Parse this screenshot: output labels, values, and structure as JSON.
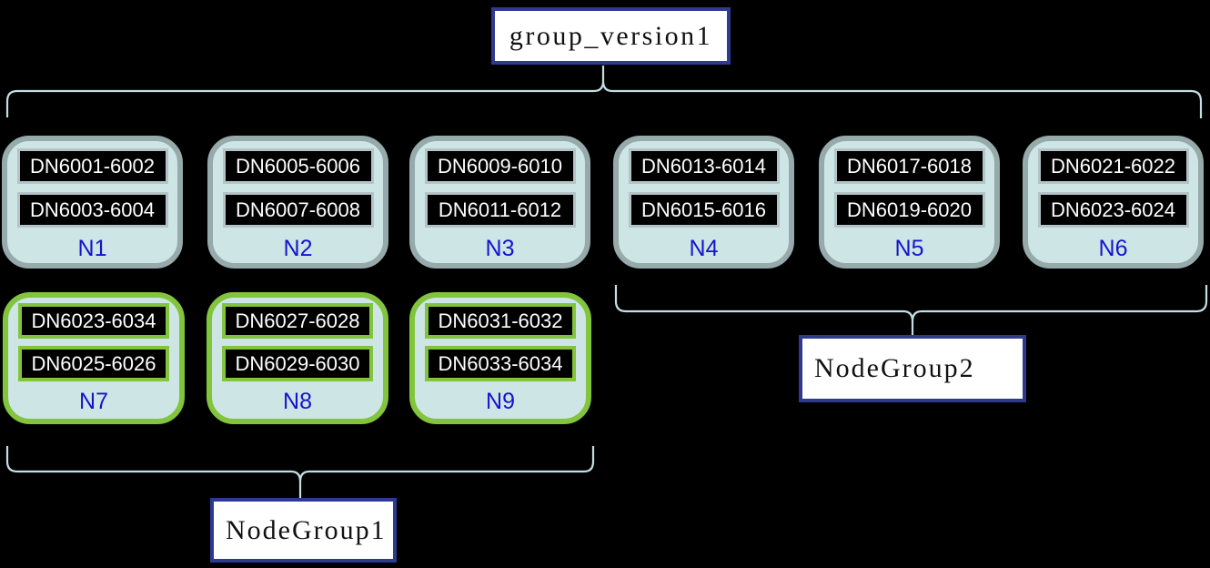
{
  "title": {
    "label": "group_version1"
  },
  "groups": [
    {
      "name": "NodeGroup1"
    },
    {
      "name": "NodeGroup2"
    }
  ],
  "nodes": [
    {
      "label": "N1",
      "row": 1,
      "dns": [
        "DN6001-6002",
        "DN6003-6004"
      ]
    },
    {
      "label": "N2",
      "row": 1,
      "dns": [
        "DN6005-6006",
        "DN6007-6008"
      ]
    },
    {
      "label": "N3",
      "row": 1,
      "dns": [
        "DN6009-6010",
        "DN6011-6012"
      ]
    },
    {
      "label": "N4",
      "row": 1,
      "dns": [
        "DN6013-6014",
        "DN6015-6016"
      ]
    },
    {
      "label": "N5",
      "row": 1,
      "dns": [
        "DN6017-6018",
        "DN6019-6020"
      ]
    },
    {
      "label": "N6",
      "row": 1,
      "dns": [
        "DN6021-6022",
        "DN6023-6024"
      ]
    },
    {
      "label": "N7",
      "row": 2,
      "dns": [
        "DN6023-6034",
        "DN6025-6026"
      ]
    },
    {
      "label": "N8",
      "row": 2,
      "dns": [
        "DN6027-6028",
        "DN6029-6030"
      ]
    },
    {
      "label": "N9",
      "row": 2,
      "dns": [
        "DN6031-6032",
        "DN6033-6034"
      ]
    }
  ],
  "colors": {
    "background": "#000000",
    "node_fill": "#cee5e6",
    "node_border_row1": "#96a9ab",
    "node_border_row2": "#82c43c",
    "dn_inner_border_row1": "#b3c3c6",
    "dn_inner_border_row2": "#82c43c",
    "node_label_blue": "#1414cc",
    "brace": "#c4dfe4",
    "label_box_border": "#2e3991",
    "label_box_fill": "#ffffff"
  }
}
